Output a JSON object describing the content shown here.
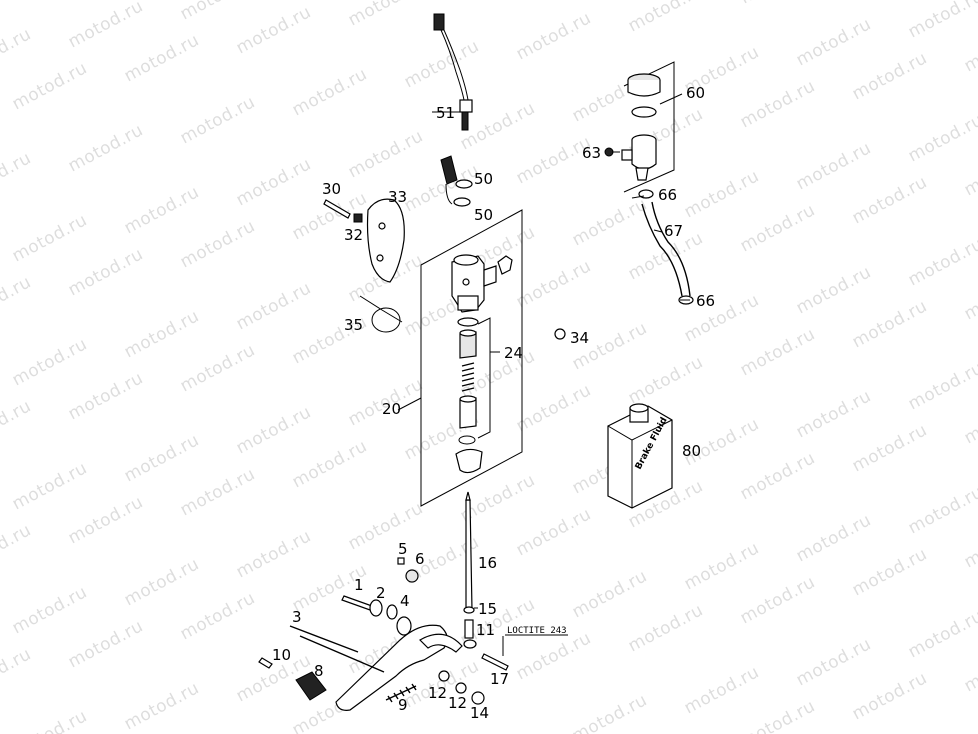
{
  "watermark": {
    "text": "motod.ru"
  },
  "part_numbers": {
    "p1": "1",
    "p2": "2",
    "p3": "3",
    "p4": "4",
    "p5": "5",
    "p6": "6",
    "p8": "8",
    "p9": "9",
    "p10": "10",
    "p11": "11",
    "p12a": "12",
    "p12b": "12",
    "p14": "14",
    "p15": "15",
    "p16": "16",
    "p17": "17",
    "p20": "20",
    "p24": "24",
    "p30": "30",
    "p32": "32",
    "p33": "33",
    "p34": "34",
    "p35": "35",
    "p50a": "50",
    "p50b": "50",
    "p51": "51",
    "p60": "60",
    "p63": "63",
    "p66a": "66",
    "p66b": "66",
    "p67": "67",
    "p80": "80"
  },
  "annotations": {
    "loctite": "LOCTITE 243"
  },
  "bottle_label": "Brake Fluid"
}
